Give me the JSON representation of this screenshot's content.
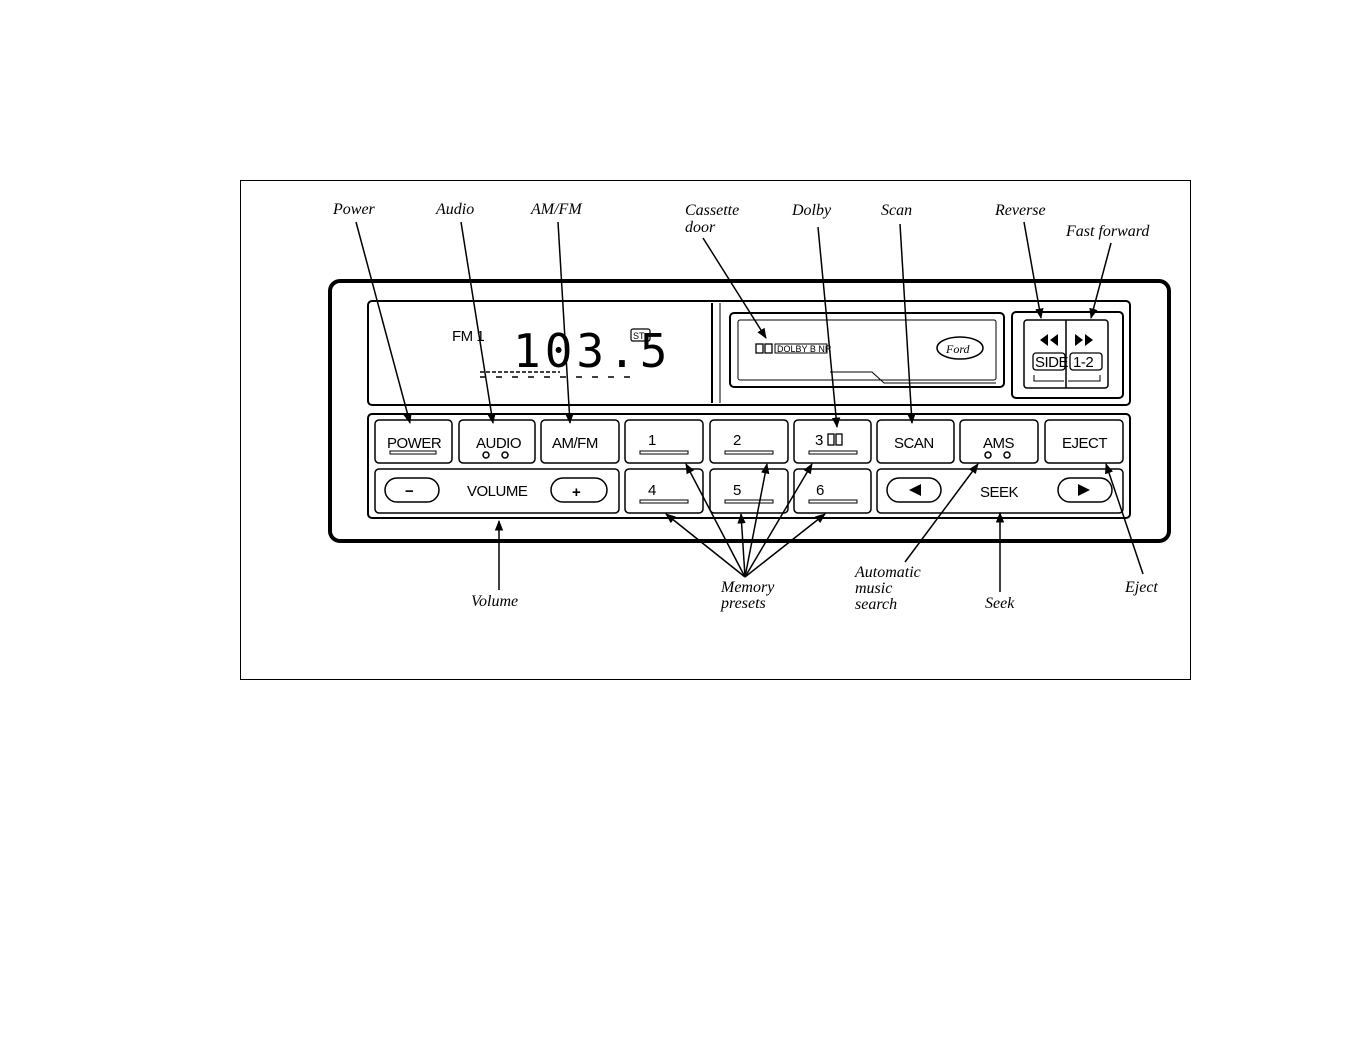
{
  "callouts": {
    "power": "Power",
    "audio": "Audio",
    "amfm": "AM/FM",
    "cassette_door_1": "Cassette",
    "cassette_door_2": "door",
    "dolby": "Dolby",
    "scan": "Scan",
    "reverse": "Reverse",
    "fast_forward": "Fast forward",
    "volume": "Volume",
    "memory_presets_1": "Memory",
    "memory_presets_2": "presets",
    "ams_1": "Automatic",
    "ams_2": "music",
    "ams_3": "search",
    "seek": "Seek",
    "eject": "Eject"
  },
  "display": {
    "band": "FM 1",
    "frequency": "103.5",
    "stereo_badge": "ST"
  },
  "cassette": {
    "dolby_label": "DOLBY B NR",
    "brand": "Ford"
  },
  "transport": {
    "side_label": "SIDE",
    "one_two_label": "1-2"
  },
  "buttons": {
    "power": "POWER",
    "audio": "AUDIO",
    "amfm": "AM/FM",
    "preset_1": "1",
    "preset_2": "2",
    "preset_3": "3",
    "scan": "SCAN",
    "ams": "AMS",
    "eject": "EJECT",
    "volume": "VOLUME",
    "volume_minus": "−",
    "volume_plus": "+",
    "preset_4": "4",
    "preset_5": "5",
    "preset_6": "6",
    "seek": "SEEK"
  }
}
